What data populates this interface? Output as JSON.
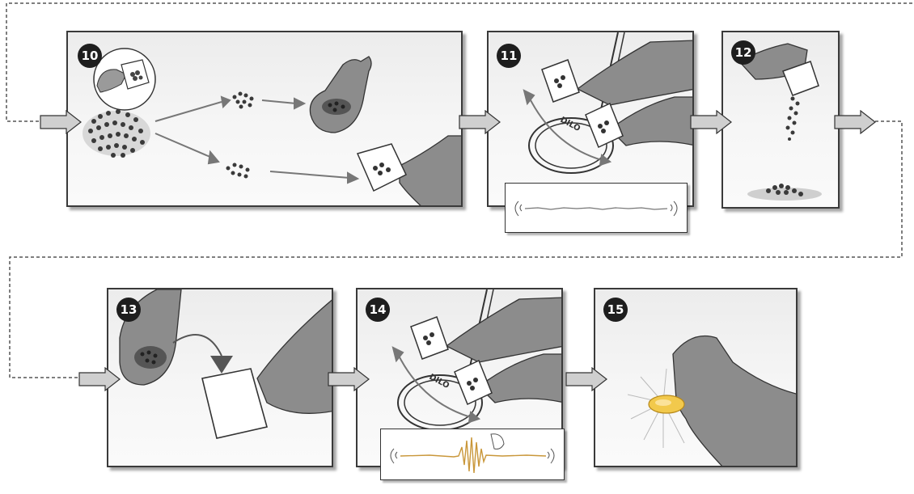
{
  "steps": [
    {
      "number": "10"
    },
    {
      "number": "11"
    },
    {
      "number": "12"
    },
    {
      "number": "13"
    },
    {
      "number": "14"
    },
    {
      "number": "15"
    }
  ],
  "cup_label": "DILO",
  "colors": {
    "panel_border": "#3a3a3a",
    "badge": "#1e1e1e",
    "arrow_fill": "#cfcfcf",
    "sound_wave": "#c9973a",
    "glow": "#f2c94c",
    "connector": "#555555"
  }
}
